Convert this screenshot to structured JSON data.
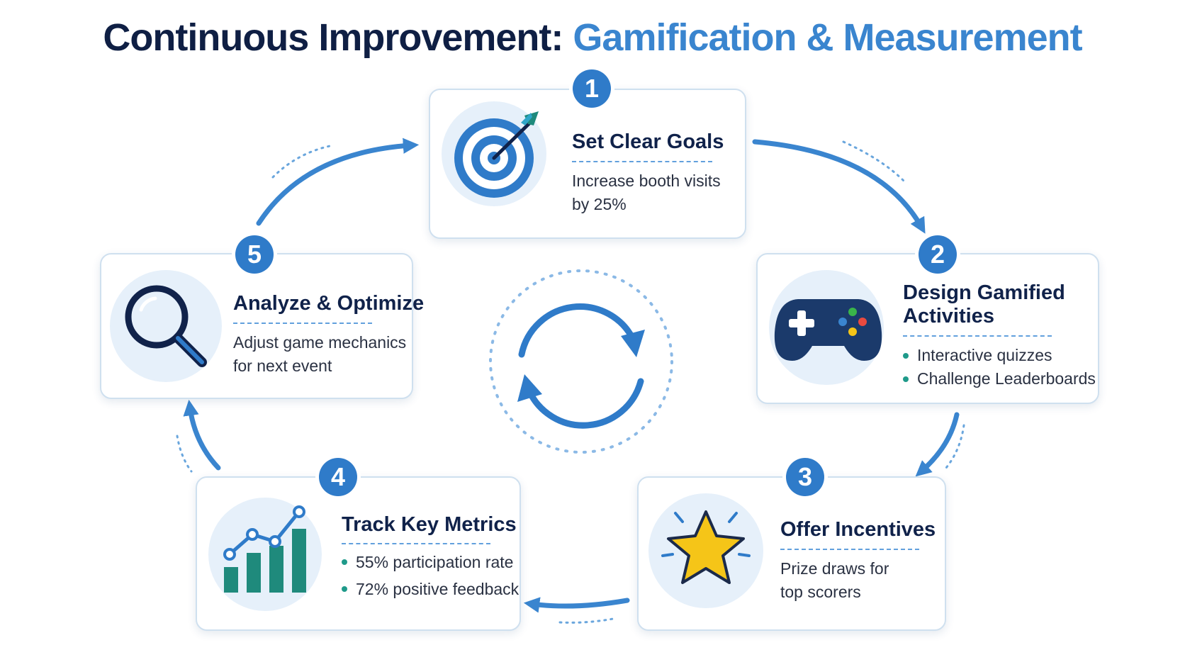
{
  "header": {
    "title_part1": "Continuous Improvement:",
    "title_part2": "Gamification & Measurement"
  },
  "steps": [
    {
      "number": "1",
      "title": "Set Clear Goals",
      "description_lines": [
        "Increase booth visits",
        "by 25%"
      ],
      "icon": "target-arrow-icon"
    },
    {
      "number": "2",
      "title_lines": [
        "Design Gamified",
        "Activities"
      ],
      "bullets": [
        "Interactive quizzes",
        "Challenge Leaderboards"
      ],
      "icon": "game-controller-icon"
    },
    {
      "number": "3",
      "title": "Offer Incentives",
      "description_lines": [
        "Prize draws for",
        "top scorers"
      ],
      "icon": "star-icon"
    },
    {
      "number": "4",
      "title": "Track Key Metrics",
      "bullets": [
        "55% participation rate",
        "72% positive feedback"
      ],
      "icon": "bar-chart-trend-icon"
    },
    {
      "number": "5",
      "title": "Analyze & Optimize",
      "description_lines": [
        "Adjust game mechanics",
        "for next event"
      ],
      "icon": "magnifying-glass-icon"
    }
  ],
  "center_icon": "refresh-cycle-icon",
  "colors": {
    "navy": "#0f1f44",
    "accent_blue": "#3a85cf",
    "badge_blue": "#2f7bc9",
    "teal": "#1f8a7c",
    "star_yellow": "#f5c518"
  }
}
